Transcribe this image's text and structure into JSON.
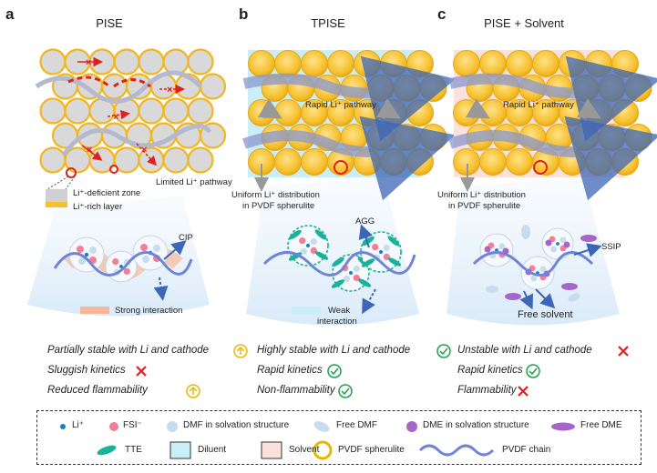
{
  "panels": [
    {
      "letter": "a",
      "title": "PISE",
      "zone_deficient": "Li⁺-deficient zone",
      "zone_rich": "Li⁺-rich layer",
      "pathway": "Limited Li⁺ pathway",
      "cip": "CIP",
      "interaction": "Strong interaction",
      "props": [
        {
          "text": "Partially stable with Li and cathode",
          "mark": "up"
        },
        {
          "text": "Sluggish kinetics",
          "mark": "cross"
        },
        {
          "text": "Reduced flammability",
          "mark": "up"
        }
      ]
    },
    {
      "letter": "b",
      "title": "TPISE",
      "pathway": "Rapid Li⁺ pathway",
      "uniform1": "Uniform Li⁺ distribution",
      "uniform2": "in PVDF spherulite",
      "agg": "AGG",
      "weak1": "Weak",
      "weak2": "interaction",
      "props": [
        {
          "text": "Highly stable with Li and cathode",
          "mark": "check"
        },
        {
          "text": "Rapid kinetics",
          "mark": "check"
        },
        {
          "text": "Non-flammability",
          "mark": "check"
        }
      ]
    },
    {
      "letter": "c",
      "title": "PISE + Solvent",
      "pathway": "Rapid Li⁺ pathway",
      "uniform1": "Uniform Li⁺ distribution",
      "uniform2": "in PVDF spherulite",
      "ssip": "SSIP",
      "free_solvent": "Free solvent",
      "props": [
        {
          "text": "Unstable with Li and cathode",
          "mark": "cross"
        },
        {
          "text": "Rapid kinetics",
          "mark": "check"
        },
        {
          "text": "Flammability",
          "mark": "cross"
        }
      ]
    }
  ],
  "legend": {
    "li": "Li⁺",
    "fsi": "FSI⁻",
    "dmf_solv": "DMF in solvation structure",
    "free_dmf": "Free DMF",
    "dme_solv": "DME in solvation structure",
    "free_dme": "Free DME",
    "tte": "TTE",
    "diluent": "Diluent",
    "solvent": "Solvent",
    "spherulite": "PVDF spherulite",
    "chain": "PVDF chain"
  },
  "colors": {
    "spherulite_fill": "#f6c02c",
    "spherulite_edge": "#e8a815",
    "grey_sphere": "#d9d9d9",
    "diluent_bg": "#c9eef7",
    "solvent_bg": "#fbe1dc",
    "red": "#e0201e",
    "green": "#1fa04a",
    "yellow_mark": "#e8b800",
    "chain": "#6f84d6",
    "li": "#1a7fc4",
    "fsi": "#f27e97",
    "dmf": "#c7dcec",
    "dme": "#a565c9",
    "tte": "#17b39a"
  }
}
